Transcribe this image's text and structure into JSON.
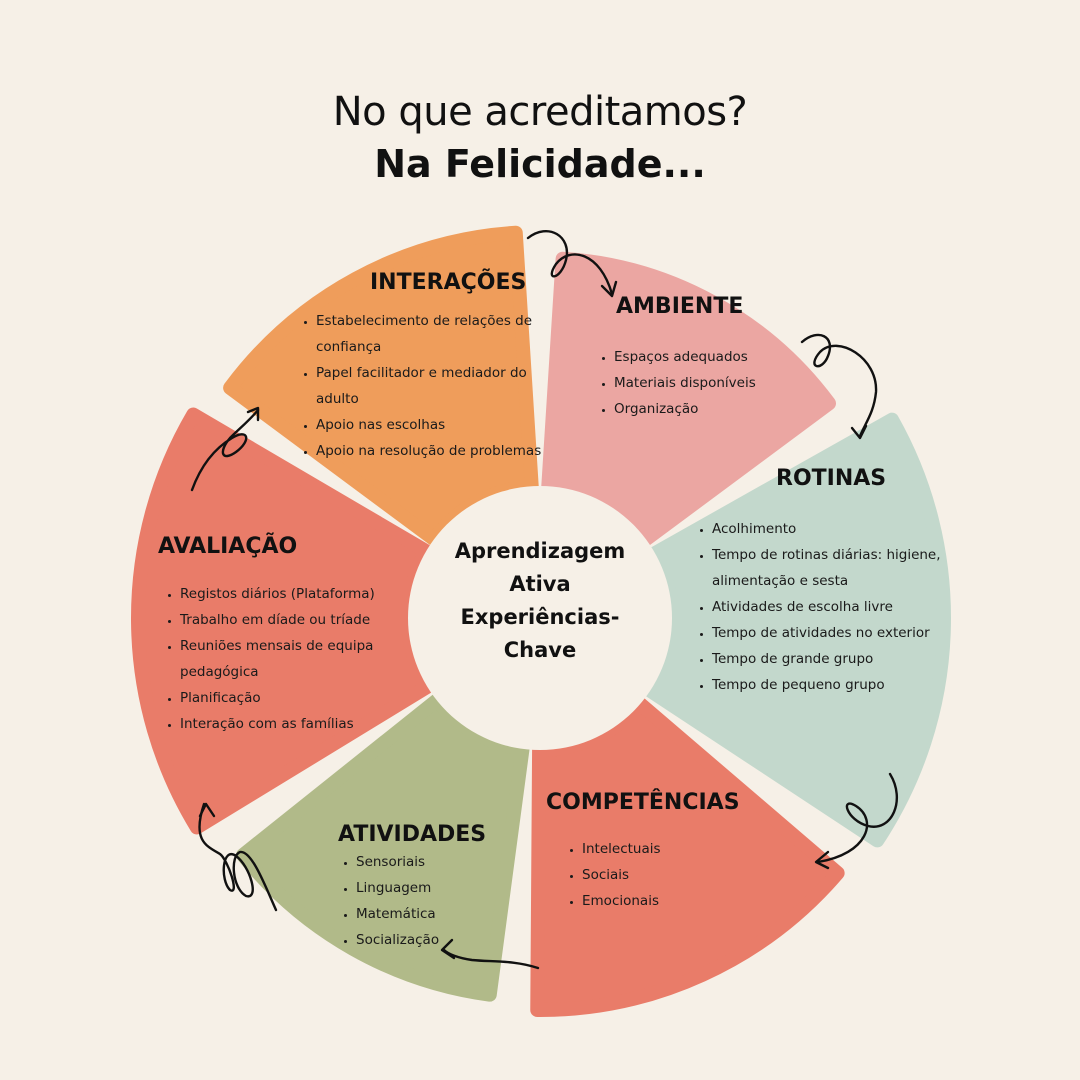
{
  "header": {
    "question": "No que acreditamos?",
    "answer": "Na Felicidade..."
  },
  "center": {
    "lines": [
      "Aprendizagem",
      "Ativa",
      "Experiências-",
      "Chave"
    ]
  },
  "segments": {
    "interacoes": {
      "title": "INTERAÇÕES",
      "color": "#ef9d5b",
      "items": [
        "Estabelecimento de relações de confiança",
        "Papel facilitador e mediador do adulto",
        "Apoio nas escolhas",
        "Apoio na resolução de problemas"
      ]
    },
    "ambiente": {
      "title": "AMBIENTE",
      "color": "#eba6a2",
      "items": [
        "Espaços adequados",
        "Materiais disponíveis",
        "Organização"
      ]
    },
    "rotinas": {
      "title": "ROTINAS",
      "color": "#c3d8cc",
      "items": [
        "Acolhimento",
        "Tempo de rotinas diárias: higiene, alimentação e sesta",
        "Atividades de escolha livre",
        "Tempo de atividades no exterior",
        "Tempo de grande grupo",
        "Tempo de pequeno grupo"
      ]
    },
    "competencias": {
      "title": "COMPETÊNCIAS",
      "color": "#e97c69",
      "items": [
        "Intelectuais",
        "Sociais",
        "Emocionais"
      ]
    },
    "atividades": {
      "title": "ATIVIDADES",
      "color": "#b1ba89",
      "items": [
        "Sensoriais",
        "Linguagem",
        "Matemática",
        "Socialização"
      ]
    },
    "avaliacao": {
      "title": "AVALIAÇÃO",
      "color": "#e97c69",
      "items": [
        "Registos diários (Plataforma)",
        "Trabalho em díade ou tríade",
        "Reuniões mensais de equipa pedagógica",
        "Planificação",
        "Interação com as famílias"
      ]
    }
  }
}
